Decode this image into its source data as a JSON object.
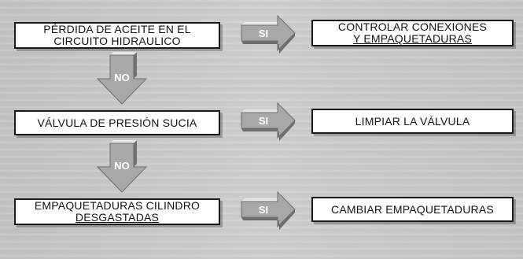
{
  "diagram": {
    "rows": [
      {
        "problem": [
          "PÉRDIDA DE ACEITE EN EL",
          "CIRCUITO HIDRAULICO"
        ],
        "yes_label": "SI",
        "action": [
          "CONTROLAR CONEXIONES",
          "Y EMPAQUETADURAS"
        ]
      },
      {
        "problem": [
          "VÁLVULA DE PRESIÓN SUCIA"
        ],
        "yes_label": "SI",
        "action": [
          "LIMPIAR LA VÁLVULA"
        ]
      },
      {
        "problem": [
          "EMPAQUETADURAS CILINDRO",
          "DESGASTADAS"
        ],
        "yes_label": "SI",
        "action": [
          "CAMBIAR EMPAQUETADURAS"
        ]
      }
    ],
    "no_labels": [
      "NO",
      "NO"
    ],
    "colors": {
      "arrow_fill": "#a8a8a8",
      "arrow_light": "#e6e6e6",
      "arrow_dark": "#6e6e6e",
      "box_border": "#1a1a1a",
      "background": "#c9c9c9"
    }
  }
}
